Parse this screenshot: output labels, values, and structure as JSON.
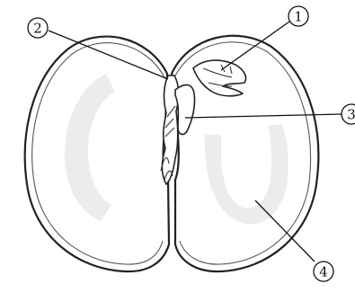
{
  "labels": {
    "plumule": "1",
    "hypocotyl": "2",
    "radicle": "3",
    "cotyledon": "4"
  }
}
